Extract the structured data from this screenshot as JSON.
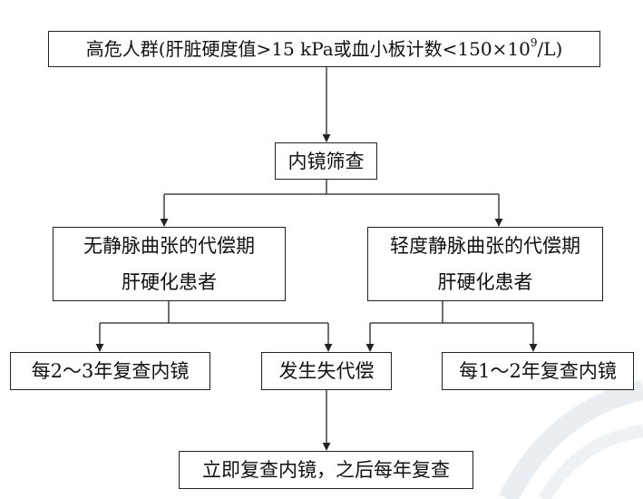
{
  "nodes": {
    "high_risk": {
      "prefix": "高危人群(肝脏硬度值>15 kPa或血小板计数<150×10",
      "sup": "9",
      "suffix": "/L)"
    },
    "screening": "内镜筛查",
    "no_varices": {
      "line1": "无静脉曲张的代偿期",
      "line2": "肝硬化患者"
    },
    "mild_varices": {
      "line1": "轻度静脉曲张的代偿期",
      "line2": "肝硬化患者"
    },
    "every_2_3": "每2～3年复查内镜",
    "decompensation": "发生失代偿",
    "every_1_2": "每1～2年复查内镜",
    "immediate": "立即复查内镜，之后每年复查"
  },
  "colors": {
    "line": "#222222",
    "watermark": "#e6ecef"
  }
}
